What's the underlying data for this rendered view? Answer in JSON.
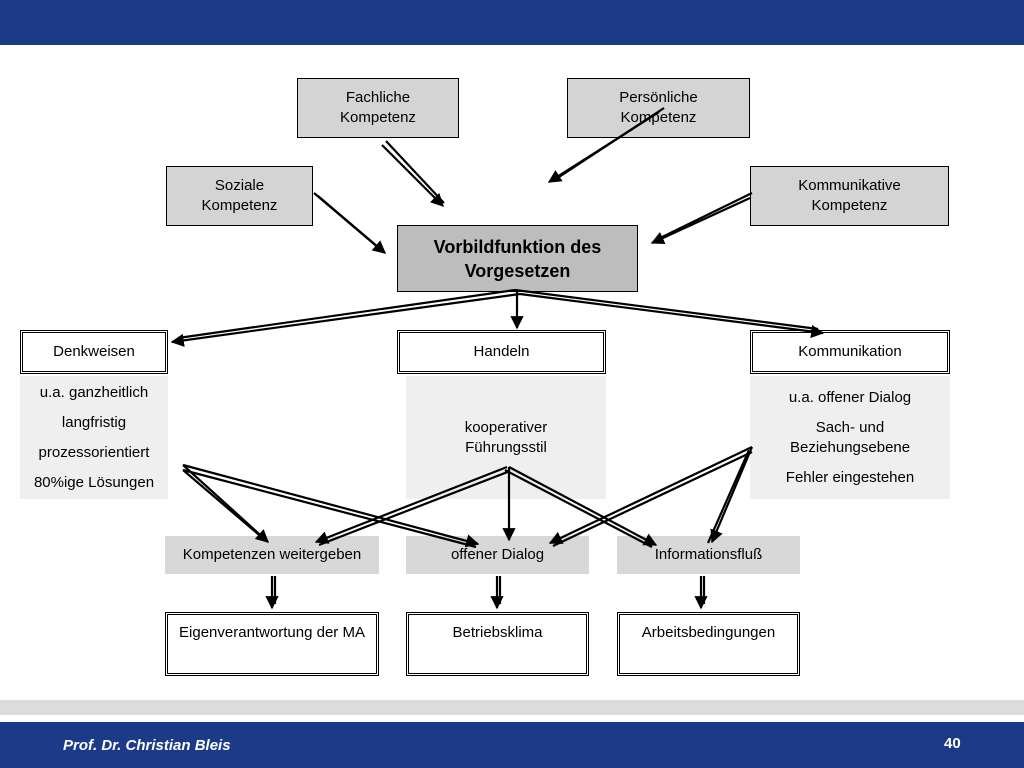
{
  "header": {
    "bar_color": "#1c3a87"
  },
  "diagram": {
    "top_competences": {
      "fachliche": "Fachliche Kompetenz",
      "persoenliche": "Persönliche Kompetenz",
      "soziale": "Soziale Kompetenz",
      "kommunikative": "Kommunikative Kompetenz"
    },
    "center": "Vorbildfunktion des Vorgesetzen",
    "categories": {
      "denkweisen": {
        "label": "Denkweisen",
        "items": [
          "u.a. ganzheitlich",
          "langfristig",
          "prozessorientiert",
          "80%ige Lösungen"
        ]
      },
      "handeln": {
        "label": "Handeln",
        "items": [
          "kooperativer Führungsstil"
        ]
      },
      "kommunikation": {
        "label": "Kommunikation",
        "items": [
          "u.a. offener Dialog",
          "Sach- und Beziehungsebene",
          "Fehler eingestehen"
        ]
      }
    },
    "middle": [
      "Kompetenzen weitergeben",
      "offener Dialog",
      "Informationsfluß"
    ],
    "outcomes": [
      "Eigenverantwortung der MA",
      "Betriebsklima",
      "Arbeitsbedingungen"
    ]
  },
  "footer": {
    "author": "Prof. Dr. Christian Bleis",
    "page_number": "40"
  }
}
